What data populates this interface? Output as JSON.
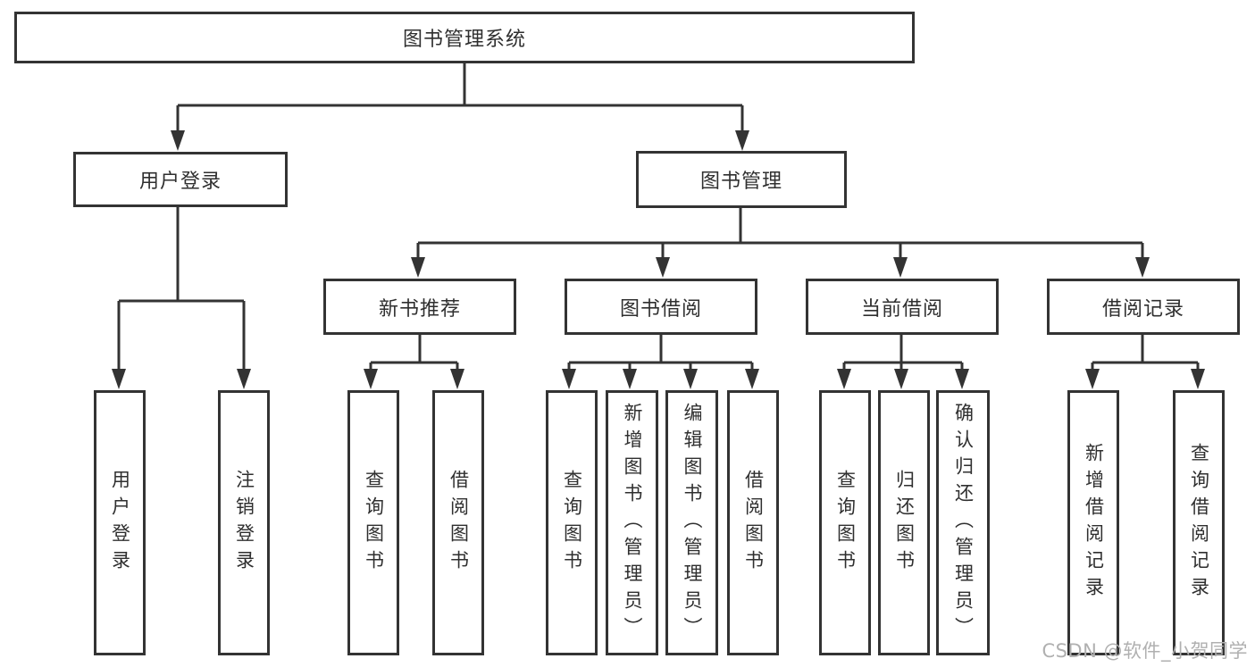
{
  "diagram_title": "图书管理系统",
  "colors": {
    "line": "#333333",
    "text": "#2f2f2f",
    "background": "#ffffff",
    "watermark": "#b0b0b0"
  },
  "nodes": {
    "root": {
      "label": "图书管理系统",
      "level": 1,
      "parent": null
    },
    "user_login": {
      "label": "用户登录",
      "level": 2,
      "parent": "root"
    },
    "book_mgmt": {
      "label": "图书管理",
      "level": 2,
      "parent": "root"
    },
    "new_rec": {
      "label": "新书推荐",
      "level": 3,
      "parent": "book_mgmt"
    },
    "book_borrow": {
      "label": "图书借阅",
      "level": 3,
      "parent": "book_mgmt"
    },
    "current_borrow": {
      "label": "当前借阅",
      "level": 3,
      "parent": "book_mgmt"
    },
    "borrow_records": {
      "label": "借阅记录",
      "level": 3,
      "parent": "book_mgmt"
    },
    "user_login_leaf": {
      "label": "用户登录",
      "level": 4,
      "parent": "user_login"
    },
    "logout_leaf": {
      "label": "注销登录",
      "level": 4,
      "parent": "user_login"
    },
    "nr_query_book": {
      "label": "查询图书",
      "level": 4,
      "parent": "new_rec"
    },
    "nr_borrow_book": {
      "label": "借阅图书",
      "level": 4,
      "parent": "new_rec"
    },
    "bb_query_book": {
      "label": "查询图书",
      "level": 4,
      "parent": "book_borrow"
    },
    "bb_add_book": {
      "label": "新增图书（管理员）",
      "level": 4,
      "parent": "book_borrow"
    },
    "bb_edit_book": {
      "label": "编辑图书（管理员）",
      "level": 4,
      "parent": "book_borrow"
    },
    "bb_borrow_book": {
      "label": "借阅图书",
      "level": 4,
      "parent": "book_borrow"
    },
    "cb_query_book": {
      "label": "查询图书",
      "level": 4,
      "parent": "current_borrow"
    },
    "cb_return_book": {
      "label": "归还图书",
      "level": 4,
      "parent": "current_borrow"
    },
    "cb_confirm_return": {
      "label": "确认归还（管理员）",
      "level": 4,
      "parent": "current_borrow"
    },
    "br_add_record": {
      "label": "新增借阅记录",
      "level": 4,
      "parent": "borrow_records"
    },
    "br_query_record": {
      "label": "查询借阅记录",
      "level": 4,
      "parent": "borrow_records"
    }
  },
  "watermark": {
    "text": "CSDN @软件_小贺同学"
  }
}
